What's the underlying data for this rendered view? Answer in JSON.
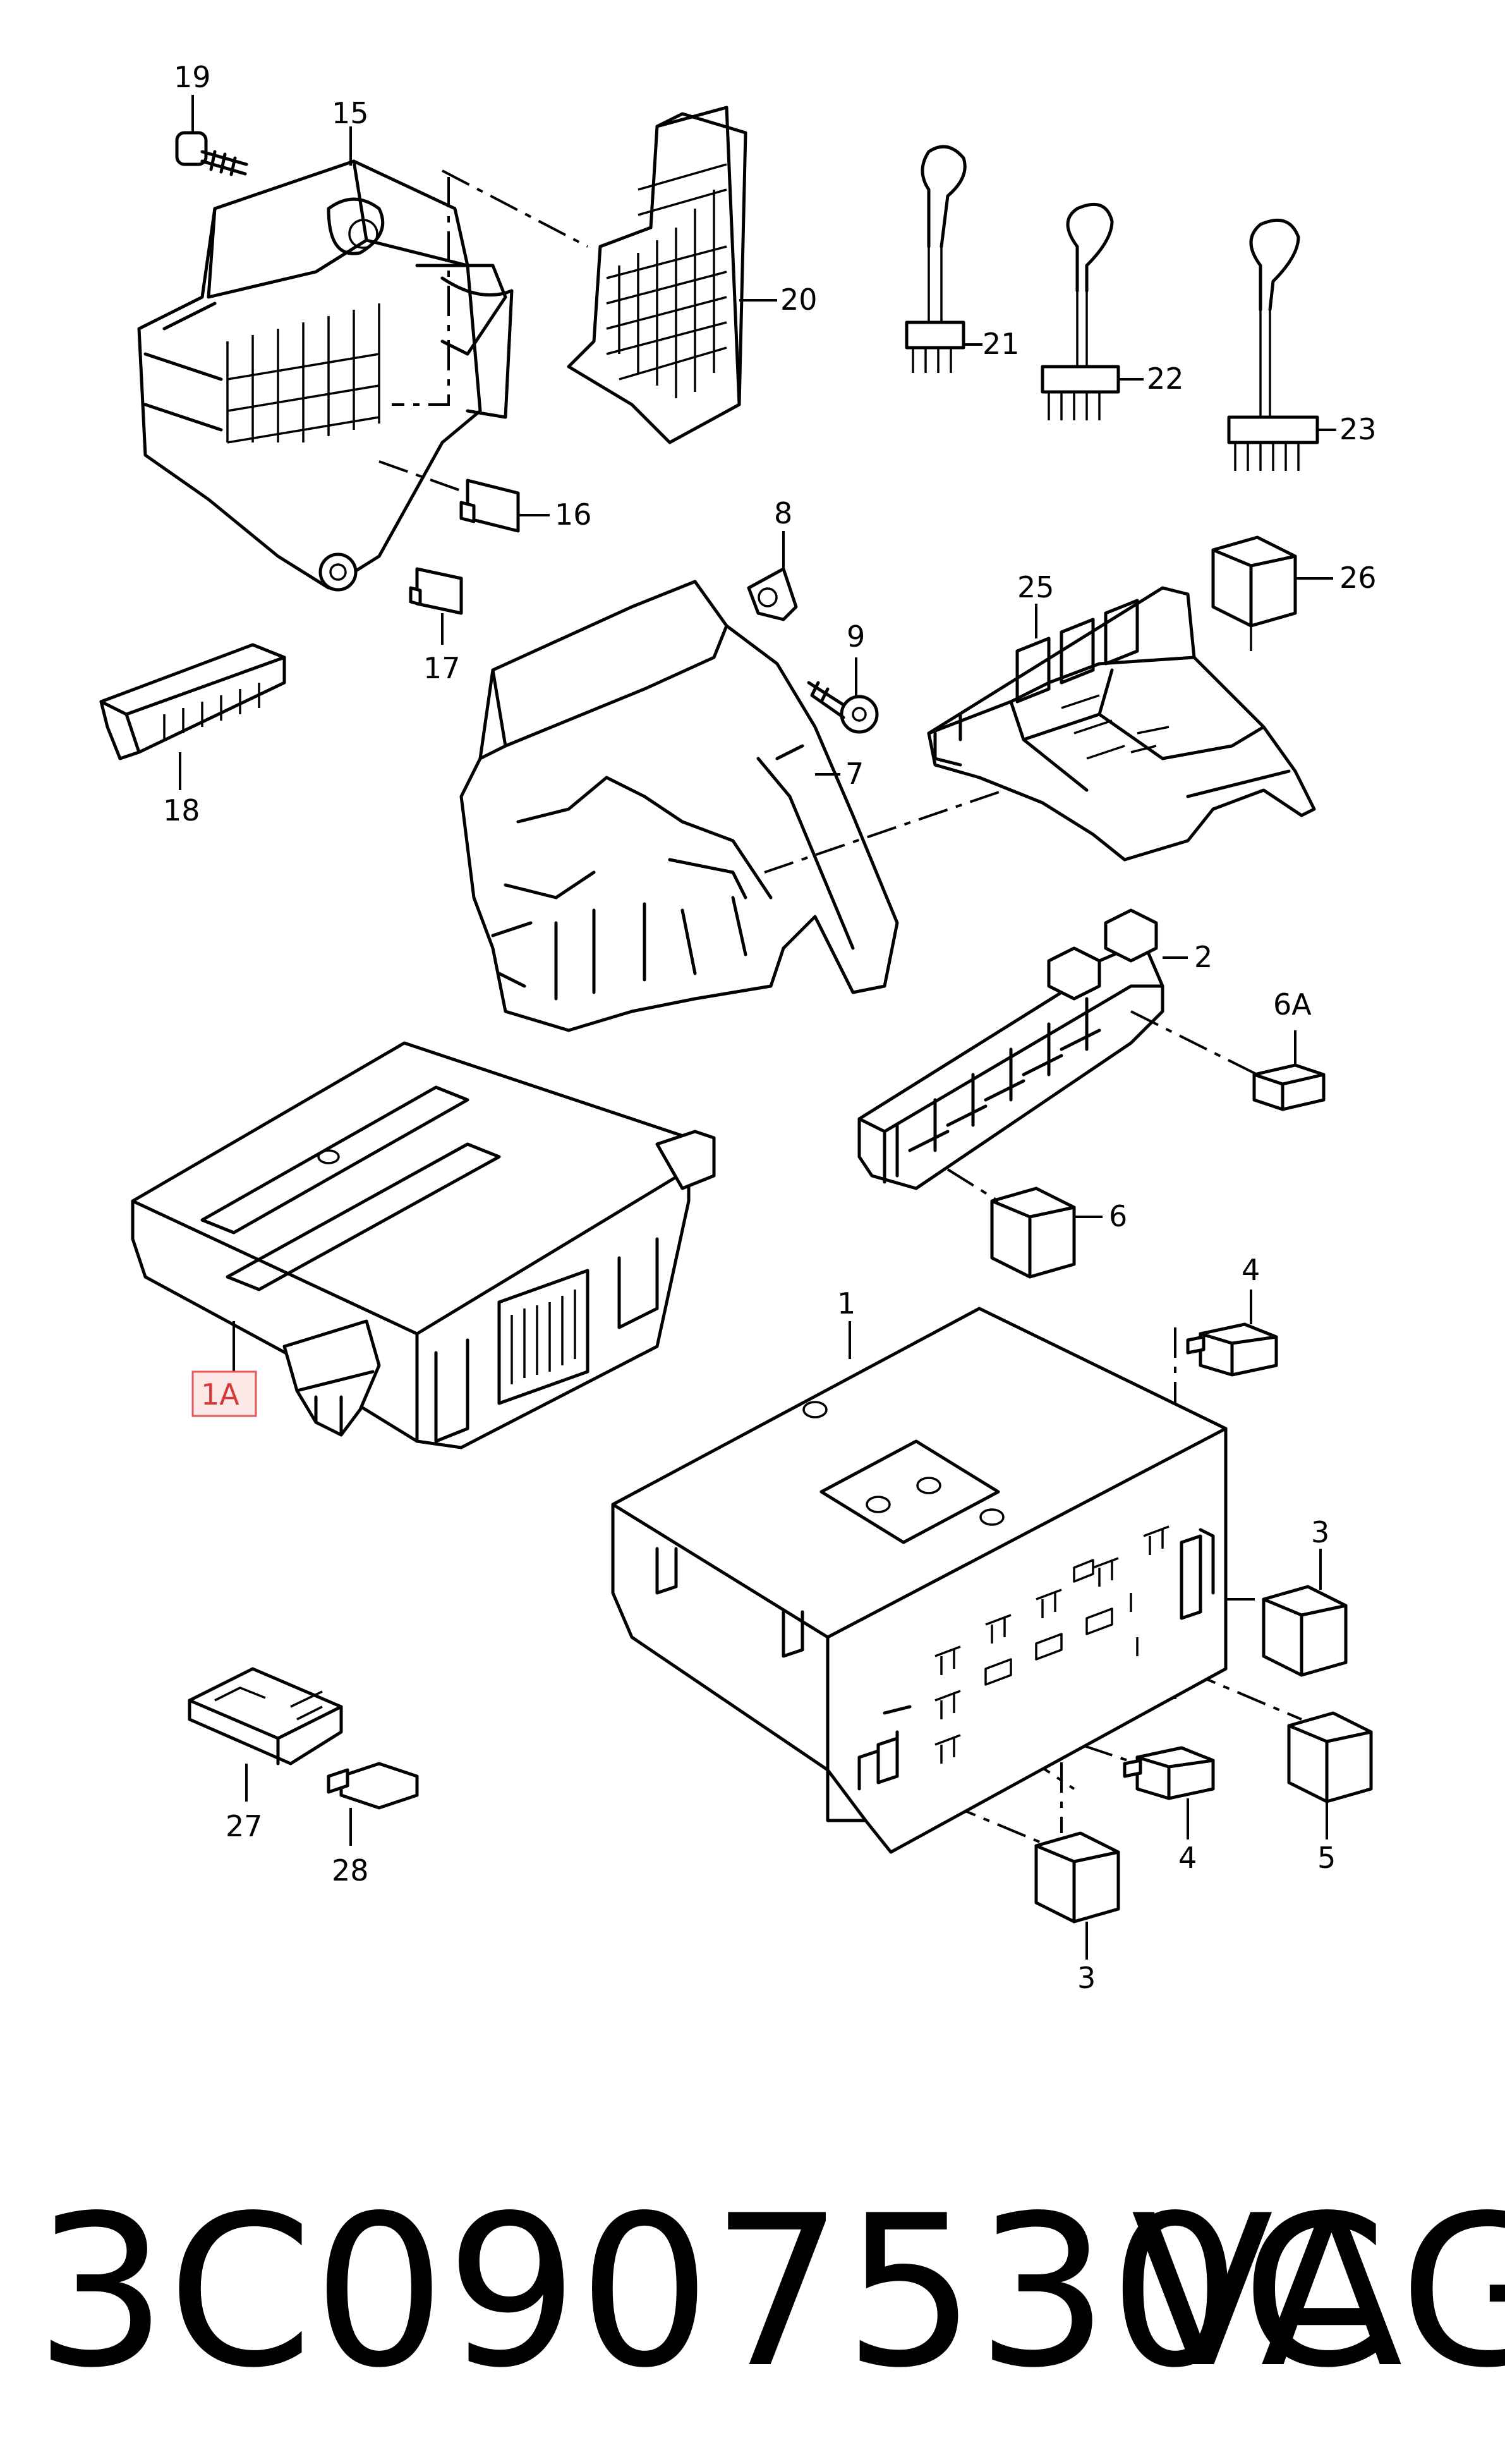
{
  "callouts": {
    "c19": "19",
    "c15": "15",
    "c20": "20",
    "c21": "21",
    "c22": "22",
    "c23": "23",
    "c16": "16",
    "c17": "17",
    "c18": "18",
    "c8": "8",
    "c9": "9",
    "c7": "7",
    "c25": "25",
    "c26": "26",
    "c2": "2",
    "c6A": "6A",
    "c6": "6",
    "c1A": "1A",
    "c4a": "4",
    "c1": "1",
    "c3a": "3",
    "c5": "5",
    "c4b": "4",
    "c3b": "3",
    "c27": "27",
    "c28": "28"
  },
  "footer": {
    "part_number": "3C0907530C",
    "brand": "VAG"
  },
  "colors": {
    "line": "#000000",
    "highlight_fill": "#fde8e8",
    "highlight_border": "#e05a5a",
    "highlight_text": "#d23a3a"
  }
}
